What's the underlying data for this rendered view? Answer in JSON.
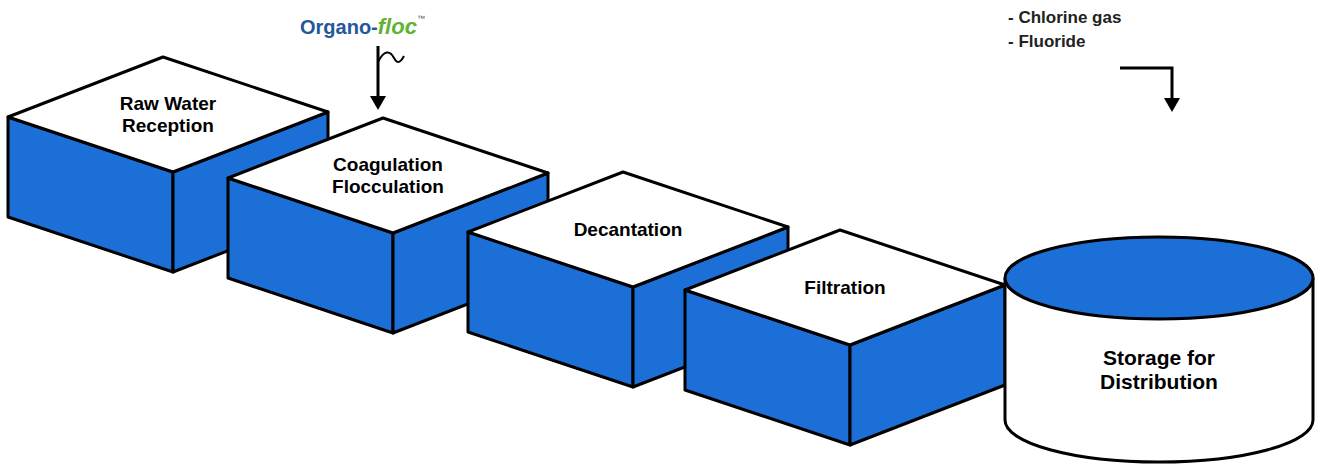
{
  "diagram": {
    "nodes": [
      {
        "text": [
          "Raw Water Reception"
        ]
      },
      {
        "text": [
          "Coagulation Flocculation"
        ]
      },
      {
        "text": [
          "Decantation"
        ]
      },
      {
        "text": [
          "Filtration"
        ]
      },
      {
        "text": [
          "Storage for Distribution"
        ]
      }
    ],
    "labels": [
      "Organo-",
      "floc",
      "™",
      "- Chlorine gas",
      "- Fluoride"
    ]
  }
}
